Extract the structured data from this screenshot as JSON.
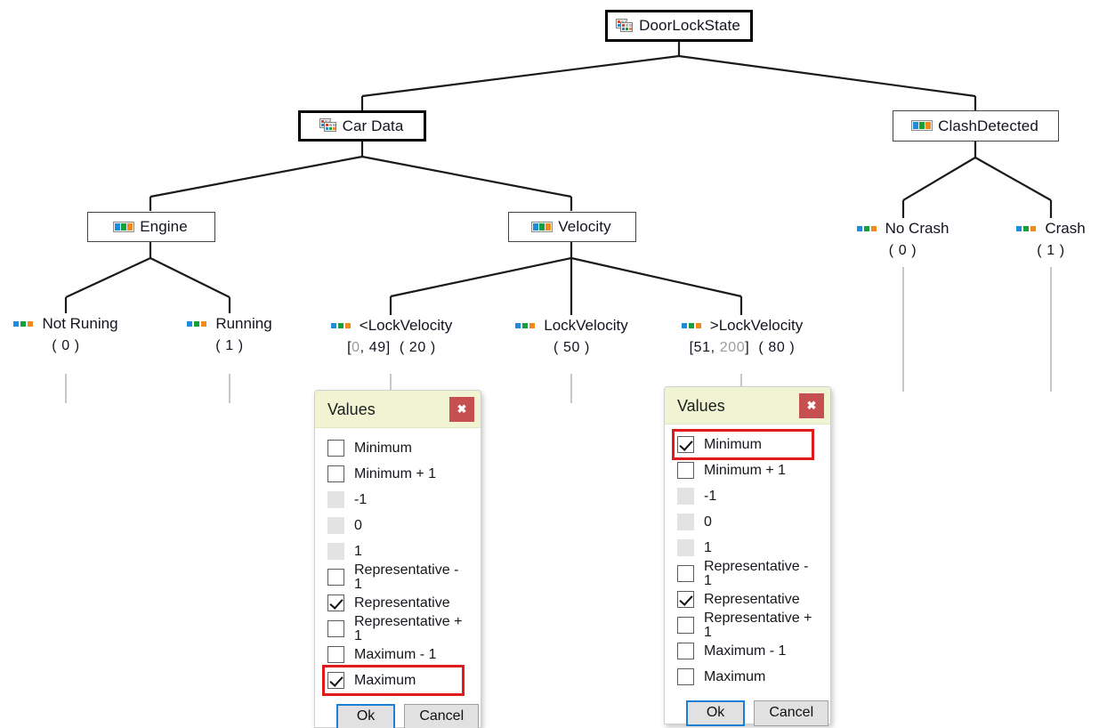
{
  "tree": {
    "root": {
      "label": "DoorLockState",
      "icon": "class-table-icon"
    },
    "level1": [
      {
        "label": "Car Data",
        "icon": "class-table-icon"
      },
      {
        "label": "ClashDetected",
        "icon": "enum-chips-icon"
      }
    ],
    "level2": [
      {
        "label": "Engine",
        "icon": "enum-chips-icon"
      },
      {
        "label": "Velocity",
        "icon": "enum-chips-icon"
      }
    ],
    "leaves": [
      {
        "label": "Not Runing",
        "value": "( 0 )",
        "icon": "chips-icon"
      },
      {
        "label": "Running",
        "value": "( 1 )",
        "icon": "chips-icon"
      },
      {
        "label": "<LockVelocity",
        "range_open": "[",
        "range_low": "0",
        "range_comma": ",",
        "range_high": "49",
        "range_close": "]",
        "value": "( 20 )",
        "dim": "low",
        "icon": "chips-icon"
      },
      {
        "label": "LockVelocity",
        "value": "( 50 )",
        "icon": "chips-icon"
      },
      {
        "label": ">LockVelocity",
        "range_open": "[",
        "range_low": "51",
        "range_comma": ",",
        "range_high": "200",
        "range_close": "]",
        "value": "( 80 )",
        "dim": "high",
        "icon": "chips-icon"
      },
      {
        "label": "No Crash",
        "value": "( 0 )",
        "icon": "chips-icon"
      },
      {
        "label": "Crash",
        "value": "( 1 )",
        "icon": "chips-icon"
      }
    ]
  },
  "dialogs": [
    {
      "title": "Values",
      "close_label": "✖",
      "options": [
        {
          "label": "Minimum",
          "state": "unchecked",
          "highlight": false
        },
        {
          "label": "Minimum + 1",
          "state": "unchecked",
          "highlight": false
        },
        {
          "label": "-1",
          "state": "disabled",
          "highlight": false
        },
        {
          "label": "0",
          "state": "disabled",
          "highlight": false
        },
        {
          "label": "1",
          "state": "disabled",
          "highlight": false
        },
        {
          "label": "Representative - 1",
          "state": "unchecked",
          "highlight": false
        },
        {
          "label": "Representative",
          "state": "checked",
          "highlight": false
        },
        {
          "label": "Representative + 1",
          "state": "unchecked",
          "highlight": false
        },
        {
          "label": "Maximum - 1",
          "state": "unchecked",
          "highlight": false
        },
        {
          "label": "Maximum",
          "state": "checked",
          "highlight": true
        }
      ],
      "ok_label": "Ok",
      "cancel_label": "Cancel"
    },
    {
      "title": "Values",
      "close_label": "✖",
      "options": [
        {
          "label": "Minimum",
          "state": "checked",
          "highlight": true
        },
        {
          "label": "Minimum + 1",
          "state": "unchecked",
          "highlight": false
        },
        {
          "label": "-1",
          "state": "disabled",
          "highlight": false
        },
        {
          "label": "0",
          "state": "disabled",
          "highlight": false
        },
        {
          "label": "1",
          "state": "disabled",
          "highlight": false
        },
        {
          "label": "Representative - 1",
          "state": "unchecked",
          "highlight": false
        },
        {
          "label": "Representative",
          "state": "checked",
          "highlight": false
        },
        {
          "label": "Representative + 1",
          "state": "unchecked",
          "highlight": false
        },
        {
          "label": "Maximum - 1",
          "state": "unchecked",
          "highlight": false
        },
        {
          "label": "Maximum",
          "state": "unchecked",
          "highlight": false
        }
      ],
      "ok_label": "Ok",
      "cancel_label": "Cancel"
    }
  ],
  "colors": {
    "chip_blue": "#1e8bdc",
    "chip_green": "#14a03a",
    "chip_orange": "#f08a1c",
    "dialog_header": "#f0f4d2",
    "close_button": "#c6504f",
    "highlight": "#e01b1b",
    "primary_border": "#1c7fd6",
    "dim_text": "#9b9b9b"
  }
}
